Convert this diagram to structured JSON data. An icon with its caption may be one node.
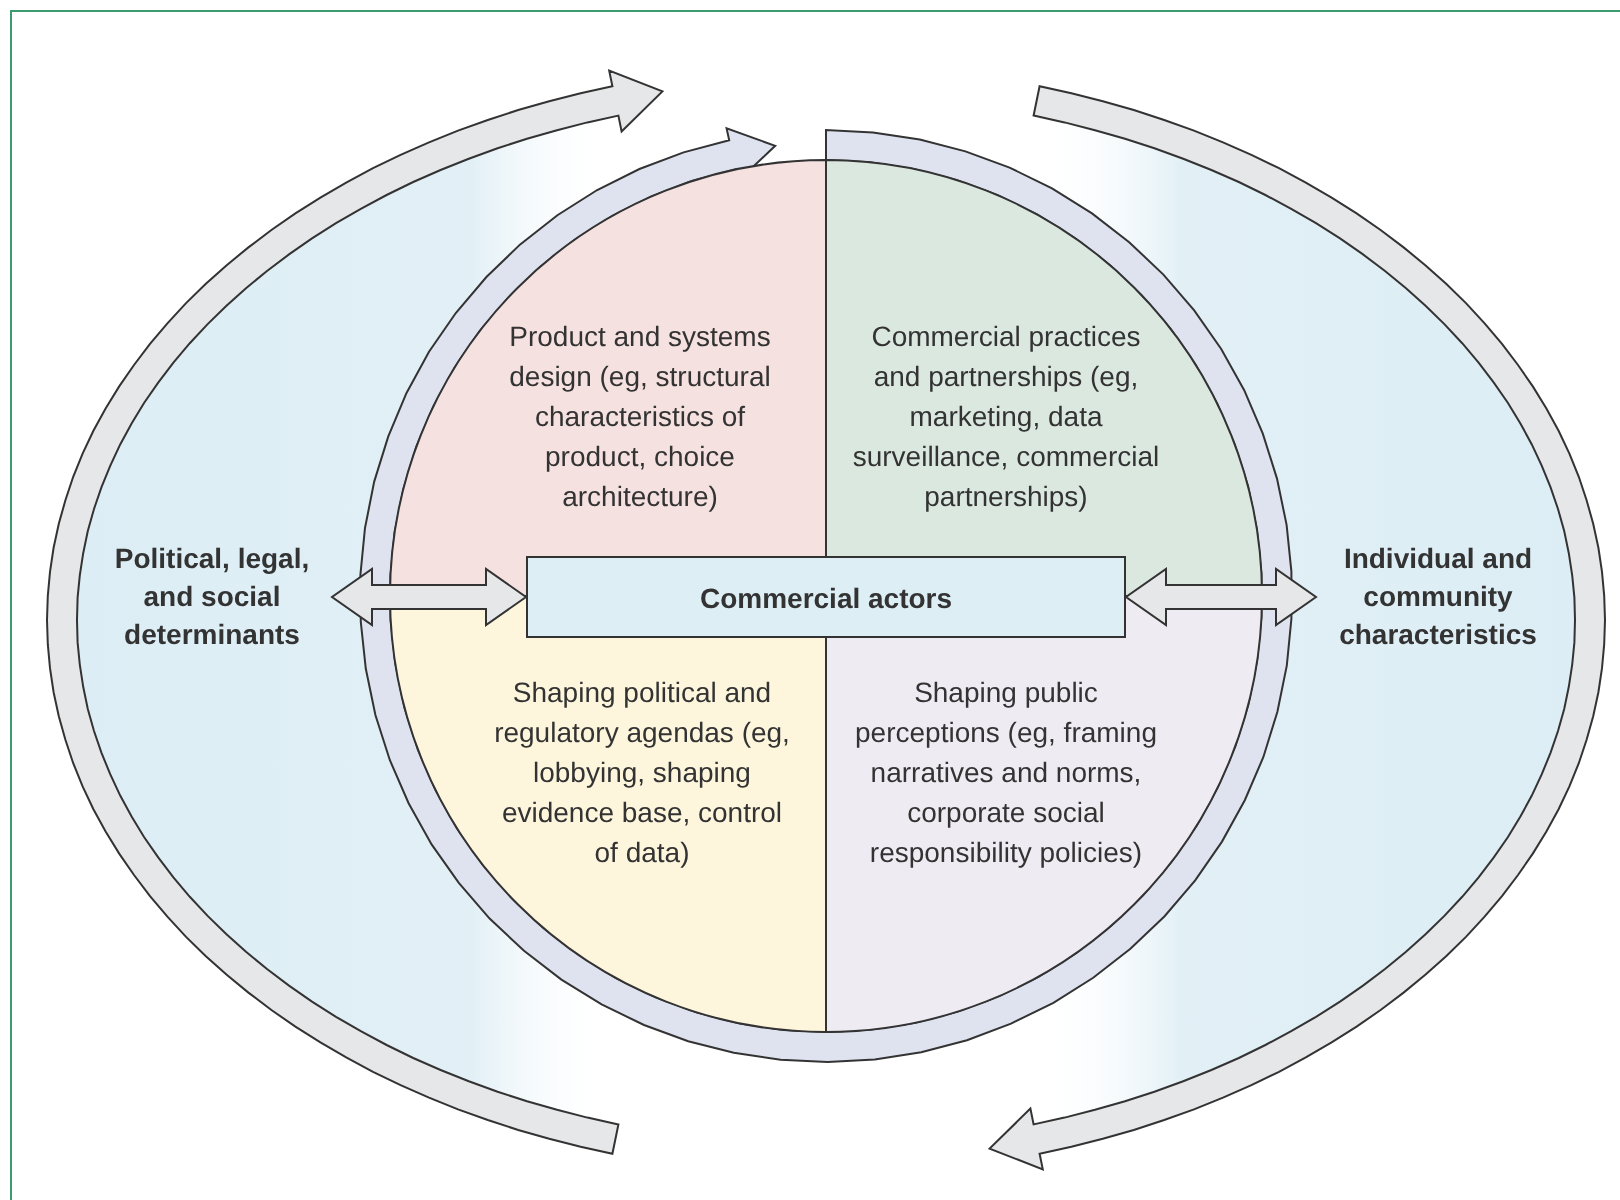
{
  "diagram": {
    "nodes": [
      {
        "text": [],
        "shape": "circle"
      },
      {
        "text": [
          "Product and systems design (eg, structural characteristics of product, choice architecture)"
        ],
        "in": 0
      },
      {
        "text": [
          "Commercial practices and partnerships (eg, marketing, data surveillance, commercial partnerships)"
        ],
        "in": 0
      },
      {
        "text": [
          "Political, legal, and social determinants"
        ]
      },
      {
        "text": [
          "Commercial actors"
        ],
        "in": 0
      },
      {
        "text": [
          "Individual and community characteristics"
        ]
      },
      {
        "text": [
          "Shaping political and regulatory agendas (eg, lobbying, shaping evidence base, control of data)"
        ],
        "in": 0
      },
      {
        "text": [
          "Shaping public perceptions (eg, framing narratives and norms, corporate social responsibility policies)"
        ],
        "in": 0
      }
    ],
    "edges": [
      {
        "from": 4,
        "to": 3,
        "arrow": "both"
      },
      {
        "from": 4,
        "to": 5,
        "arrow": "both"
      }
    ]
  }
}
